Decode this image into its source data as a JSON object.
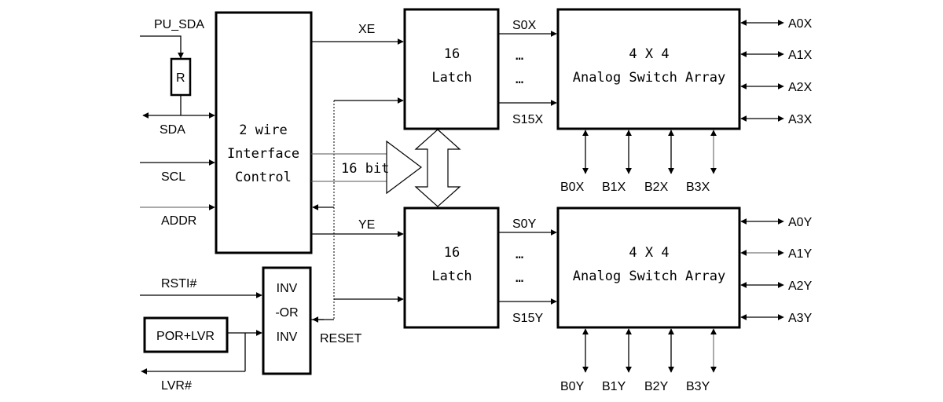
{
  "blocks": {
    "interface": {
      "line1": "2 wire",
      "line2": "Interface",
      "line3": "Control"
    },
    "latch_x": {
      "line1": "16",
      "line2": "Latch"
    },
    "latch_y": {
      "line1": "16",
      "line2": "Latch"
    },
    "switch_x": {
      "line1": "4 X 4",
      "line2": "Analog Switch Array"
    },
    "switch_y": {
      "line1": "4 X 4",
      "line2": "Analog Switch Array"
    },
    "inv": {
      "line1": "INV",
      "line2": "-OR",
      "line3": "INV"
    },
    "por": "POR+LVR",
    "resistor": "R"
  },
  "signals": {
    "pu_sda": "PU_SDA",
    "sda": "SDA",
    "scl": "SCL",
    "addr": "ADDR",
    "rsti": "RSTI#",
    "lvr": "LVR#",
    "reset": "RESET",
    "xe": "XE",
    "ye": "YE",
    "bus": "16 bit",
    "ellipsis": "…",
    "s0x": "S0X",
    "s15x": "S15X",
    "s0y": "S0Y",
    "s15y": "S15Y"
  },
  "ports_x_right": [
    "A0X",
    "A1X",
    "A2X",
    "A3X"
  ],
  "ports_x_bottom": [
    "B0X",
    "B1X",
    "B2X",
    "B3X"
  ],
  "ports_y_right": [
    "A0Y",
    "A1Y",
    "A2Y",
    "A3Y"
  ],
  "ports_y_bottom": [
    "B0Y",
    "B1Y",
    "B2Y",
    "B3Y"
  ]
}
